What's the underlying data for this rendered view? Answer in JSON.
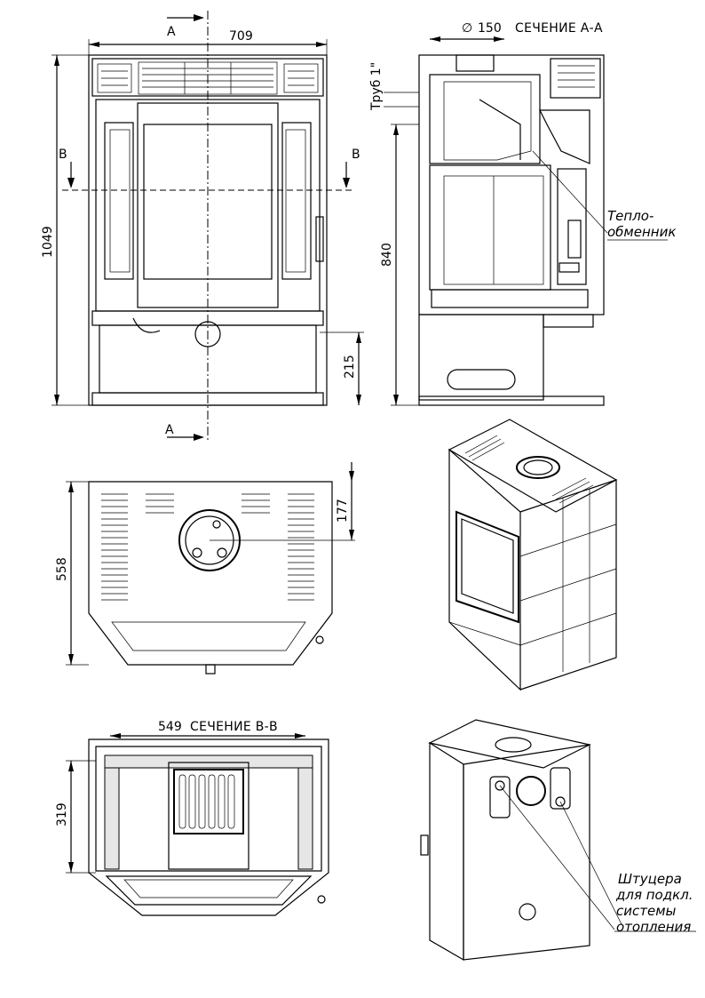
{
  "front_view": {
    "section_mark_top": "A",
    "section_mark_bottom": "A",
    "section_mark_left": "B",
    "section_mark_right": "B",
    "dim_width": "709",
    "dim_height": "1049"
  },
  "section_aa": {
    "title": "СЕЧЕНИЕ А-А",
    "pipe_diameter": "150",
    "pipe_label": "Труб 1\"",
    "dim_840": "840",
    "dim_215": "215",
    "heat_exchanger_line1": "Тепло-",
    "heat_exchanger_line2": "обменник"
  },
  "top_view": {
    "dim_558": "558",
    "dim_177": "177"
  },
  "section_bb": {
    "title": "СЕЧЕНИЕ В-В",
    "dim_549": "549",
    "dim_319": "319"
  },
  "rear_iso": {
    "note_line1": "Штуцера",
    "note_line2": "для подкл.",
    "note_line3": "системы",
    "note_line4": "отопления"
  }
}
